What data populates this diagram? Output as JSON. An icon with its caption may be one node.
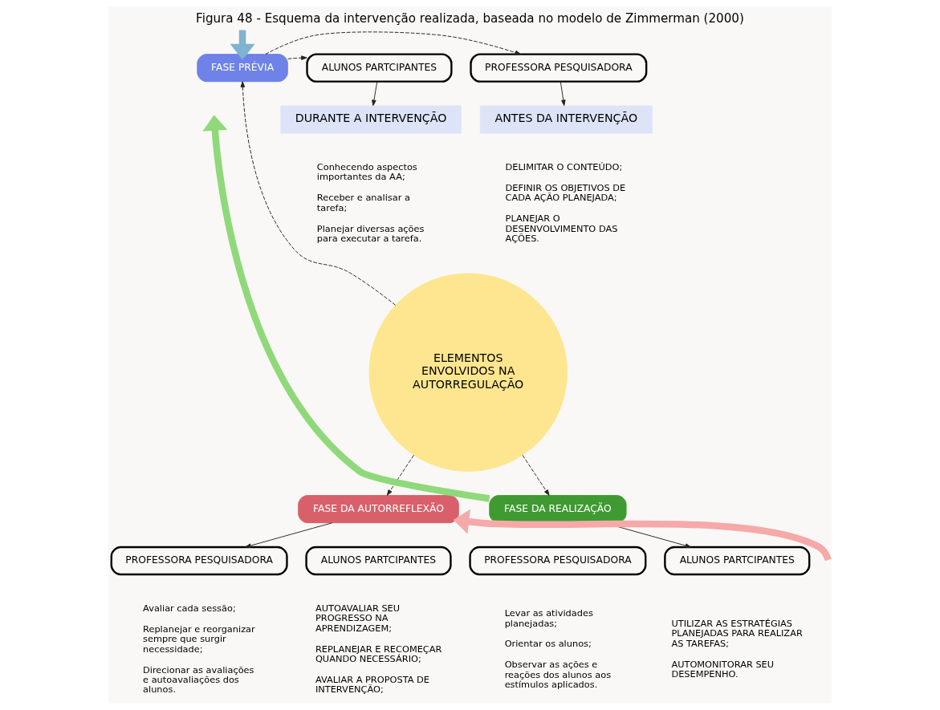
{
  "diagram": {
    "title": "Figura 48 - Esquema da intervenção realizada, baseada no modelo de Zimmerman (2000)",
    "nodes": [
      {
        "text": [
          "ELEMENTOS ENVOLVIDOS NA AUTORREGULAÇÃO"
        ]
      },
      {
        "text": [
          "FASE PRÉVIA"
        ]
      },
      {
        "text": [
          "PROFESSORA PESQUISADORA"
        ]
      },
      {
        "text": [
          "ALUNOS PARTCIPANTES"
        ]
      },
      {
        "text": [
          "ANTES DA INTERVENÇÃO"
        ],
        "beside": [
          "DELIMITAR O CONTEÚDO;",
          "DEFINIR OS OBJETIVOS DE CADA AÇÃO PLANEJADA;",
          "PLANEJAR O DESENVOLVIMENTO DAS AÇÕES."
        ]
      },
      {
        "text": [
          "DURANTE A INTERVENÇÃO"
        ],
        "beside": [
          "Conhecendo aspectos importantes da AA;",
          "Receber e analisar a tarefa;",
          "Planejar diversas ações para executar a tarefa."
        ]
      },
      {
        "text": [
          "FASE DA AUTORREFLEXÃO"
        ]
      },
      {
        "text": [
          "FASE DA REALIZAÇÃO"
        ]
      },
      {
        "text": [
          "PROFESSORA PESQUISADORA"
        ],
        "beside": [
          "Avaliar cada sessão;",
          "Replanejar e reorganizar sempre que surgir necessidade;",
          "Direcionar as avaliações e autoavaliações dos alunos."
        ]
      },
      {
        "text": [
          "ALUNOS PARTCIPANTES"
        ],
        "beside": [
          "AUTOAVALIAR SEU PROGRESSO NA APRENDIZAGEM;",
          "REPLANEJAR E RECOMEÇAR QUANDO NECESSÁRIO;",
          "AVALIAR A PROPOSTA DE INTERVENÇÃO;"
        ]
      },
      {
        "text": [
          "PROFESSORA PESQUISADORA"
        ],
        "beside": [
          "Levar as atividades planejadas;",
          "Orientar os alunos;",
          "Observar as ações e reações dos alunos aos estímulos aplicados."
        ]
      },
      {
        "text": [
          "ALUNOS PARTCIPANTES"
        ],
        "beside": [
          "UTILIZAR AS ESTRATÉGIAS PLANEJADAS PARA REALIZAR AS TAREFAS;",
          "AUTOMONITORAR SEU DESEMPENHO."
        ]
      }
    ],
    "edges": [
      {
        "from": 0,
        "to": 1,
        "arrow": "to",
        "style": "dashed"
      },
      {
        "from": 1,
        "to": 2,
        "arrow": "to",
        "style": "dashed"
      },
      {
        "from": 1,
        "to": 3,
        "arrow": "to",
        "style": "dashed"
      },
      {
        "from": 2,
        "to": 4,
        "arrow": "to"
      },
      {
        "from": 3,
        "to": 5,
        "arrow": "to"
      },
      {
        "from": 0,
        "to": 6,
        "arrow": "to",
        "style": "dashed"
      },
      {
        "from": 0,
        "to": 7,
        "arrow": "to",
        "style": "dashed"
      },
      {
        "from": 6,
        "to": 8,
        "arrow": "to"
      },
      {
        "from": 7,
        "to": 11,
        "arrow": "to"
      },
      {
        "from": null,
        "to": 1,
        "arrow": "to",
        "style": "thick",
        "color": "#7fb3d0"
      },
      {
        "from": 7,
        "to": null,
        "arrow": "to",
        "style": "thick",
        "color": "#8fd97a"
      },
      {
        "from": null,
        "to": 6,
        "arrow": "to",
        "style": "thick",
        "color": "#f6a9a9"
      }
    ]
  }
}
